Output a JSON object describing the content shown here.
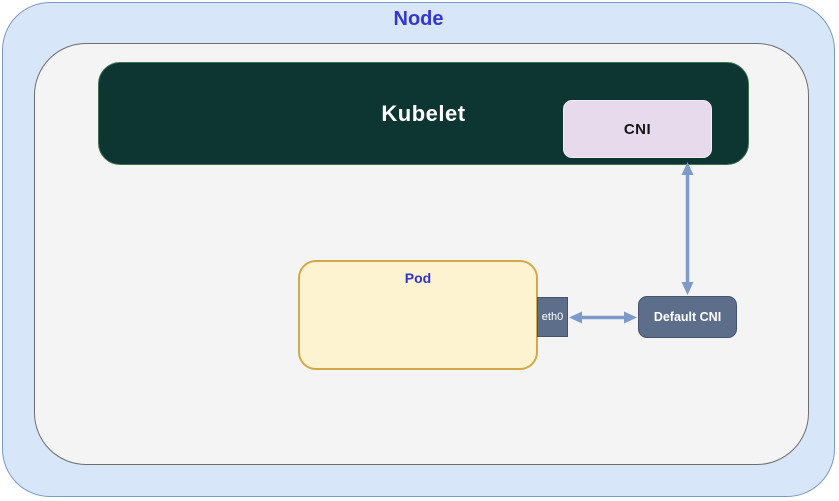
{
  "diagram": {
    "title": "Node",
    "nodes": {
      "node": {
        "label": "Node"
      },
      "kubelet": {
        "label": "Kubelet"
      },
      "cni": {
        "label": "CNI"
      },
      "pod": {
        "label": "Pod"
      },
      "eth0": {
        "label": "eth0"
      },
      "default_cni": {
        "label": "Default CNI"
      }
    },
    "edges": [
      {
        "from": "cni",
        "to": "default_cni",
        "type": "double-arrow",
        "orientation": "vertical"
      },
      {
        "from": "eth0",
        "to": "default_cni",
        "type": "double-arrow",
        "orientation": "horizontal"
      }
    ],
    "colors": {
      "node_fill": "#d8e6f9",
      "node_border": "#7a99c5",
      "node_label_text": "#3535d1",
      "inner_fill": "#f4f4f5",
      "inner_border": "#6e6e6e",
      "kubelet_fill": "#0d3531",
      "kubelet_border": "#3f7050",
      "kubelet_text": "#ffffff",
      "cni_fill": "#e8daed",
      "cni_text": "#141414",
      "pod_fill": "#fdf3d1",
      "pod_border": "#d1aa47",
      "pod_label_text": "#3333cc",
      "eth0_fill": "#5d6e8a",
      "eth0_border": "#45536c",
      "default_cni_fill": "#5d6e8a",
      "default_cni_text": "#ffffff",
      "arrow": "#7d9bc8"
    }
  }
}
